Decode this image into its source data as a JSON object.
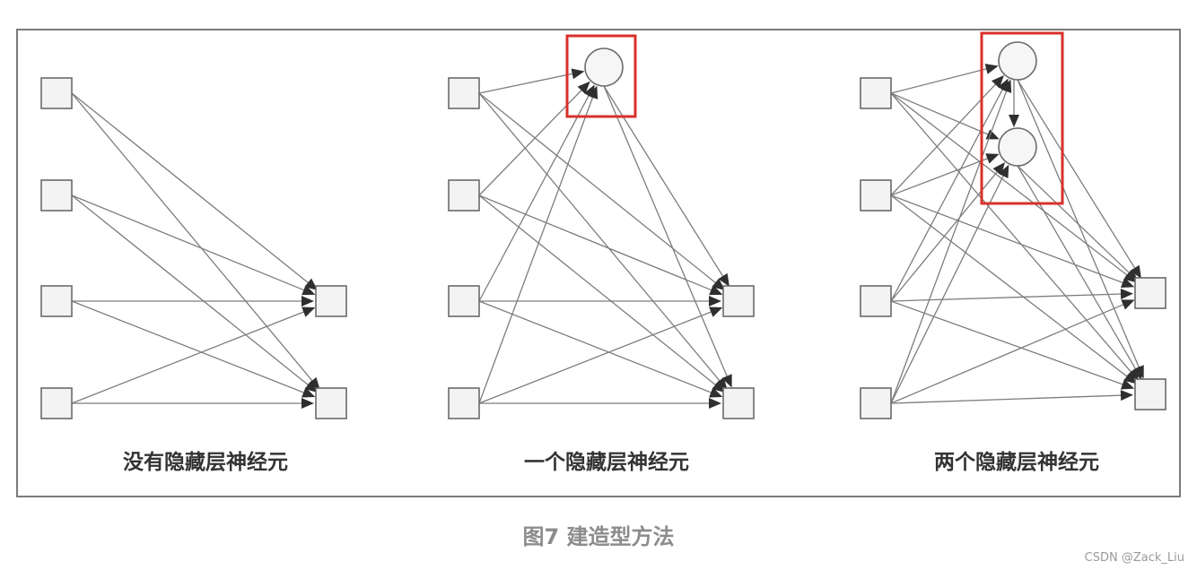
{
  "panels": [
    {
      "label": "没有隐藏层神经元",
      "inputs": 4,
      "hidden": 0,
      "outputs": 2,
      "hidden_highlighted": false
    },
    {
      "label": "一个隐藏层神经元",
      "inputs": 4,
      "hidden": 1,
      "outputs": 2,
      "hidden_highlighted": true
    },
    {
      "label": "两个隐藏层神经元",
      "inputs": 4,
      "hidden": 2,
      "outputs": 2,
      "hidden_highlighted": true
    }
  ],
  "caption": "图7 建造型方法",
  "watermark": "CSDN @Zack_Liu",
  "colors": {
    "edge": "#7d7d7d",
    "arrowhead": "#2f2f2f",
    "node_border": "#6a6a6a",
    "node_fill": "#f3f3f3",
    "highlight": "#d9302b",
    "frame": "#7a7a7a",
    "caption": "#8c8c8c"
  }
}
